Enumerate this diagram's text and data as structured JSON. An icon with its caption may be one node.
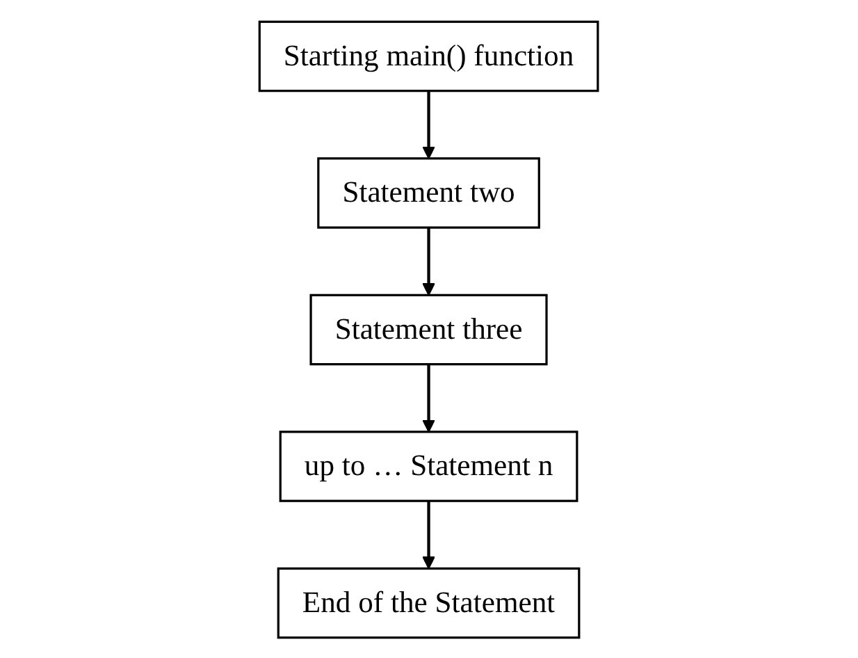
{
  "diagram": {
    "nodes": [
      {
        "text": [
          "Starting main() function"
        ]
      },
      {
        "text": [
          "Statement two"
        ]
      },
      {
        "text": [
          "Statement three"
        ]
      },
      {
        "text": [
          "up to … Statement n"
        ]
      },
      {
        "text": [
          "End of the Statement"
        ]
      }
    ],
    "edges": [
      {
        "from": 0,
        "to": 1,
        "arrow": "to"
      },
      {
        "from": 1,
        "to": 2,
        "arrow": "to"
      },
      {
        "from": 2,
        "to": 3,
        "arrow": "to"
      },
      {
        "from": 3,
        "to": 4,
        "arrow": "to"
      }
    ]
  }
}
